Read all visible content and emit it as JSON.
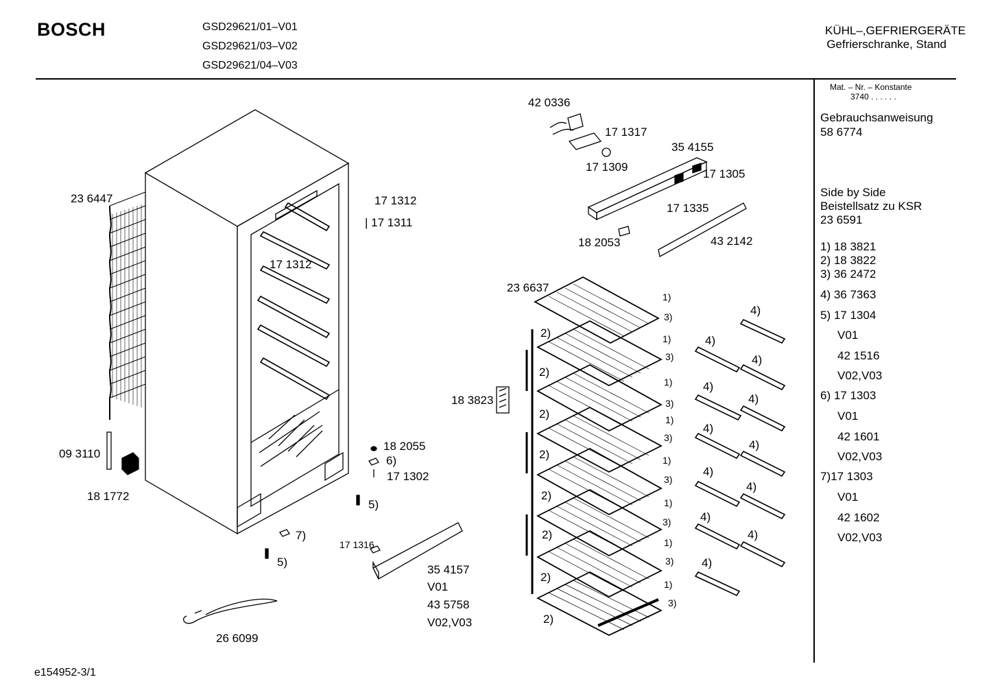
{
  "header": {
    "brand": "BOSCH",
    "models": [
      "GSD29621/01–V01",
      "GSD29621/03–V02",
      "GSD29621/04–V03"
    ],
    "category": "KÜHL–,GEFRIERGERÄTE",
    "subcategory": "Gefrierschranke, Stand"
  },
  "sidebar": {
    "mat_label": "Mat. – Nr. – Konstante",
    "mat_value": "3740 . . . . . .",
    "manual_label": "Gebrauchsanweisung",
    "manual_number": "58 6774",
    "sbs_1": "Side by Side",
    "sbs_2": "Beistellsatz zu KSR",
    "sbs_3": "23 6591",
    "items": [
      "1) 18 3821",
      "2) 18 3822",
      "3) 36 2472",
      "4) 36 7363",
      "5) 17 1304",
      "V01",
      "42 1516",
      "V02,V03",
      "6) 17 1303",
      "V01",
      "42 1601",
      "V02,V03",
      "7)17 1303",
      "V01",
      "42 1602",
      "V02,V03"
    ]
  },
  "parts": {
    "p420336": "42 0336",
    "p171317": "17 1317",
    "p354155": "35 4155",
    "p171309": "17 1309",
    "p171305": "17 1305",
    "p171335": "17 1335",
    "p182053": "18 2053",
    "p432142": "43 2142",
    "p236447": "23 6447",
    "p171312a": "17 1312",
    "p171311": "17 1311",
    "p171312b": "17 1312",
    "p236637": "23 6637",
    "p183823": "18 3823",
    "p182055": "18 2055",
    "c6": "6)",
    "p171302": "17 1302",
    "p093110": "09 3110",
    "p181772": "18 1772",
    "c5a": "5)",
    "c7": "7)",
    "p171316": "17 1316",
    "c5b": "5)",
    "p354157": "35 4157",
    "v01": "V01",
    "p435758": "43 5758",
    "v0203": "V02,V03",
    "p266099": "26 6099"
  },
  "callouts": {
    "c1": "1)",
    "c2": "2)",
    "c3": "3)",
    "c4": "4)"
  },
  "footer": {
    "code": "e154952-3/1"
  }
}
